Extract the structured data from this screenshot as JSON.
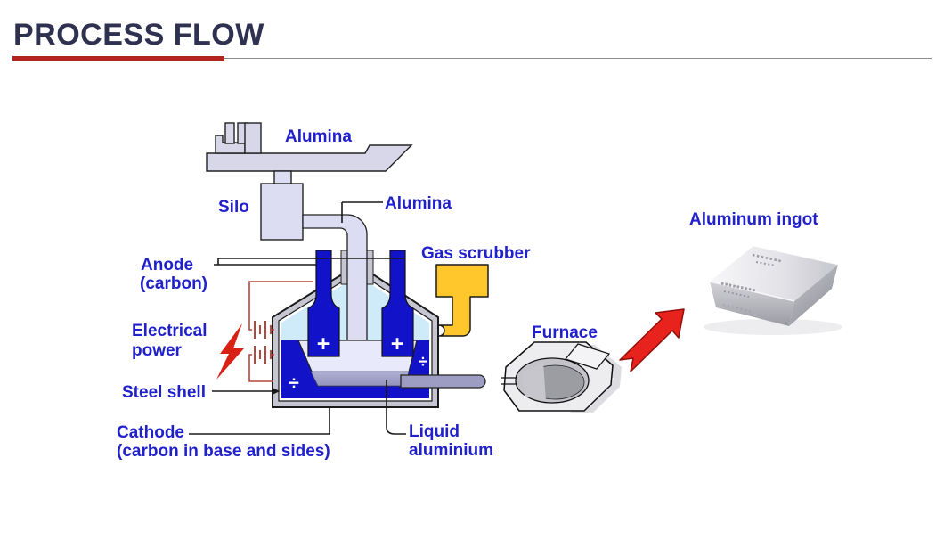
{
  "header": {
    "title": "PROCESS FLOW"
  },
  "diagram": {
    "labels": {
      "alumina_ship": "Alumina",
      "silo": "Silo",
      "alumina_feed": "Alumina",
      "anode_line1": "Anode",
      "anode_line2": "(carbon)",
      "gas_scrubber": "Gas scrubber",
      "electrical_line1": "Electrical",
      "electrical_line2": "power",
      "steel_shell": "Steel shell",
      "cathode_line1": "Cathode",
      "cathode_line2": "(carbon in base and sides)",
      "liquid_aluminium_line1": "Liquid",
      "liquid_aluminium_line2": "aluminium",
      "furnace": "Furnace",
      "aluminum_ingot": "Aluminum ingot",
      "anode_polarity": "+",
      "cathode_polarity": "÷"
    },
    "colors": {
      "title_navy": "#2f3150",
      "underline_red": "#b3241f",
      "label_blue": "#2121cc",
      "ingot_label_blue": "#1b2fa0",
      "anode_cathode_blue": "#1212c8",
      "electrolyte_light_blue": "#cfeaf9",
      "steel_shell_gray": "#c6c6d2",
      "bath_lavender": "#e9e9fc",
      "molten_aluminium_gray": "#9d9dc4",
      "scrubber_yellow": "#ffc72c",
      "wire_red": "#b5483c",
      "lightning_red": "#d92015",
      "arrow_red": "#e8221c",
      "ship_silo_fill": "#d9d9ec"
    }
  }
}
